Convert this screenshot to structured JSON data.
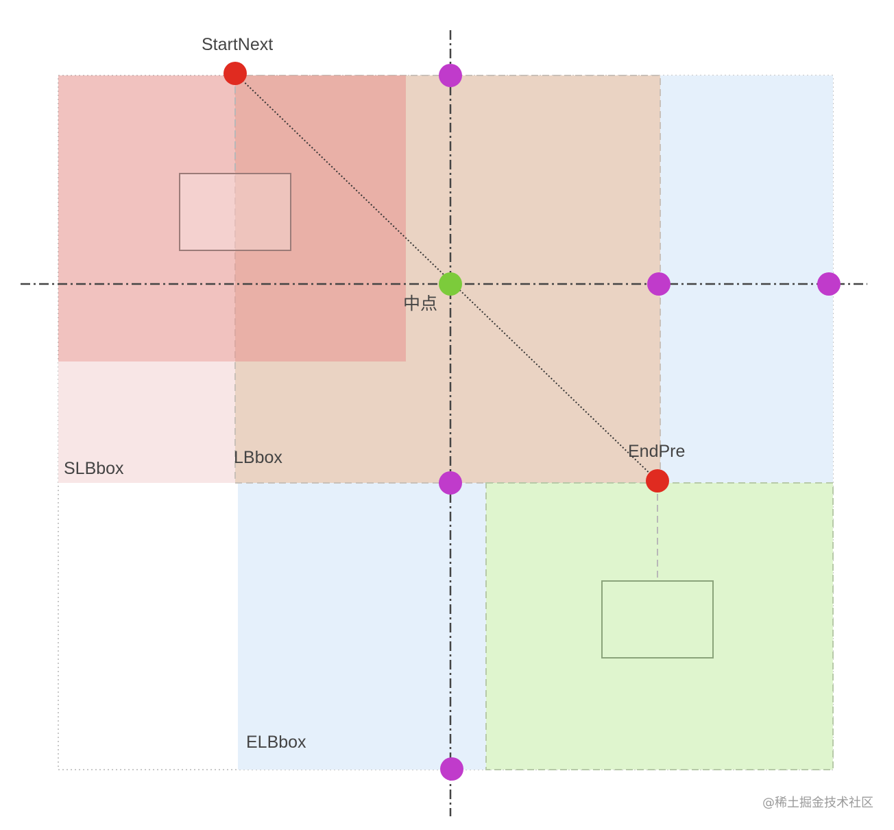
{
  "labels": {
    "start_next": "StartNext",
    "end_pre": "EndPre",
    "midpoint": "中点",
    "slbbox": "SLBbox",
    "lbbox": "LBbox",
    "elbbox": "ELBbox"
  },
  "watermark": "@稀土掘金技术社区",
  "colors": {
    "red_region": "#EBAFAA",
    "red_region_strong": "#E8A59C",
    "peach_region": "#EAD3C3",
    "blue_region": "#E5F0FB",
    "green_region": "#DFF5CE",
    "pink_region": "#F8E6E6",
    "red_point": "#E02B20",
    "green_point": "#7CCB3B",
    "purple_point": "#C03BCB",
    "axis_line": "#444444"
  }
}
